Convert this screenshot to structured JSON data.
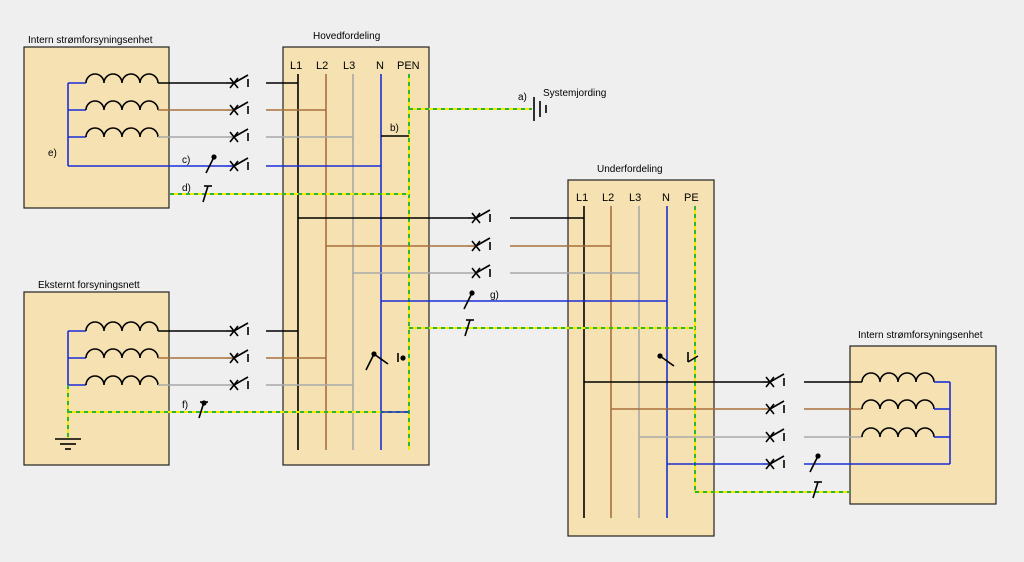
{
  "labels": {
    "intern_left": "Intern strømforsyningsenhet",
    "intern_right": "Intern strømforsyningsenhet",
    "eksternt": "Eksternt forsyningsnett",
    "hovedfordeling": "Hovedfordeling",
    "underfordeling": "Underfordeling",
    "systemjording": "Systemjording",
    "mark_a": "a)",
    "mark_b": "b)",
    "mark_c": "c)",
    "mark_d": "d)",
    "mark_e": "e)",
    "mark_f": "f)",
    "mark_g": "g)"
  },
  "hoved_bus": [
    "L1",
    "L2",
    "L3",
    "N",
    "PEN"
  ],
  "under_bus": [
    "L1",
    "L2",
    "L3",
    "N",
    "PE"
  ],
  "colors": {
    "box_fill": "#f5e1b1",
    "phase_L1": "#000000",
    "phase_L2": "#a8703c",
    "phase_L3": "#a9a9a9",
    "neutral": "#1a2ed6",
    "pe_yellow": "#f1ea00",
    "pe_green": "#2fb52f"
  }
}
